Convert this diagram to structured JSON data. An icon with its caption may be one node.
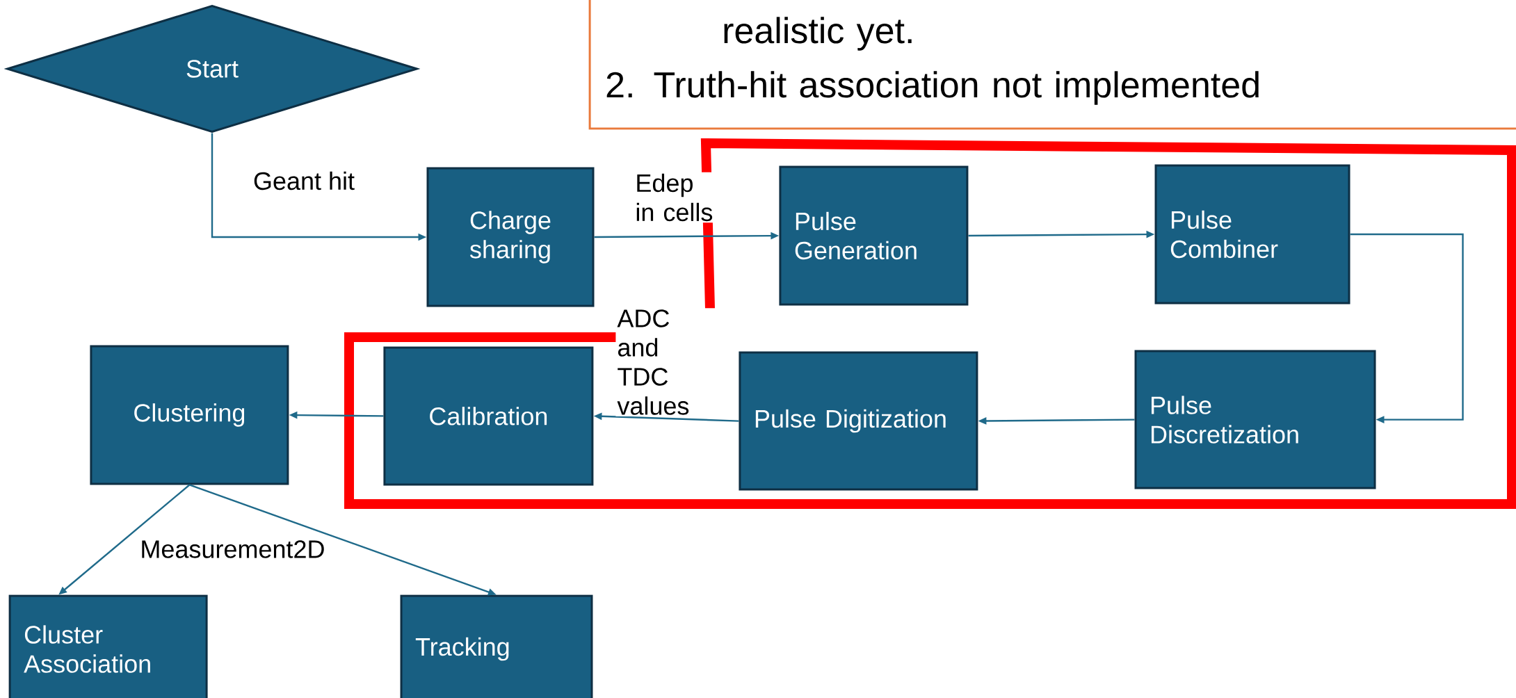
{
  "diagram": {
    "nodes": [
      {
        "text": [
          "Start"
        ]
      },
      {
        "text": [
          "Charge sharing"
        ]
      },
      {
        "text": [
          "Pulse Generation"
        ]
      },
      {
        "text": [
          "Pulse Combiner"
        ]
      },
      {
        "text": [
          "Pulse Discretization"
        ]
      },
      {
        "text": [
          "Pulse Digitization"
        ]
      },
      {
        "text": [
          "Calibration"
        ]
      },
      {
        "text": [
          "Clustering"
        ]
      },
      {
        "text": [
          "Cluster Association"
        ]
      },
      {
        "text": [
          "Tracking"
        ]
      },
      {
        "text": [
          "realistic yet.",
          "2. Truth-hit association not implemented"
        ]
      }
    ],
    "edges": [
      {
        "from": 0,
        "to": 1,
        "arrow": "to",
        "label": "Geant hit"
      },
      {
        "from": 1,
        "to": 2,
        "arrow": "to",
        "label": "Edep in cells"
      },
      {
        "from": 2,
        "to": 3,
        "arrow": "to"
      },
      {
        "from": 3,
        "to": 4,
        "arrow": "to"
      },
      {
        "from": 4,
        "to": 5,
        "arrow": "to"
      },
      {
        "from": 5,
        "to": 6,
        "arrow": "to",
        "label": "ADC and TDC values"
      },
      {
        "from": 6,
        "to": 7,
        "arrow": "to"
      },
      {
        "from": 7,
        "to": 8,
        "arrow": "to",
        "label": "Measurement2D"
      },
      {
        "from": 7,
        "to": 9,
        "arrow": "to"
      }
    ]
  }
}
